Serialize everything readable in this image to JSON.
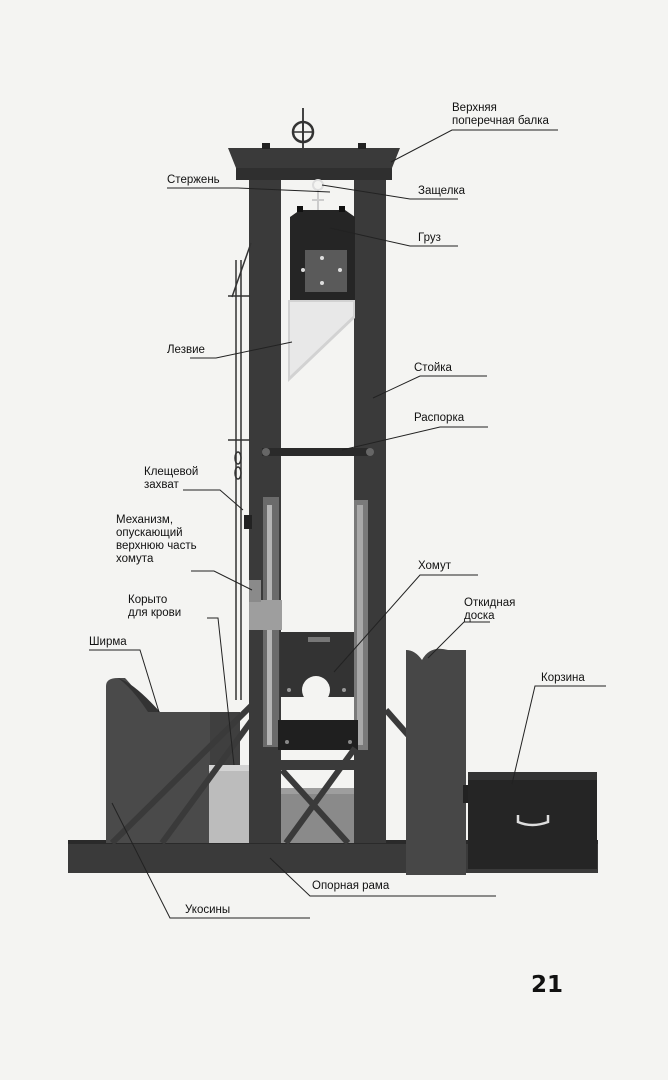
{
  "labels": {
    "top_crossbeam": "Верхняя\nпоперечная балка",
    "rod": "Стержень",
    "latch": "Защелка",
    "weight": "Груз",
    "blade": "Лезвие",
    "upright": "Стойка",
    "spacer": "Распорка",
    "pincer_grip": "Клещевой\nзахват",
    "lowering_mechanism": "Механизм,\nопускающий\nверхнюю часть\nхомута",
    "collar": "Хомут",
    "blood_trough": "Корыто\nдля крови",
    "tilting_board": "Откидная\nдоска",
    "screen": "Ширма",
    "basket": "Корзина",
    "base_frame": "Опорная рама",
    "braces": "Укосины"
  },
  "page_number": "21",
  "colors": {
    "dark": "#3a3a3a",
    "darker": "#222222",
    "mid": "#6a6a6a",
    "light": "#bdbdbd",
    "paper": "#f4f4f2"
  }
}
